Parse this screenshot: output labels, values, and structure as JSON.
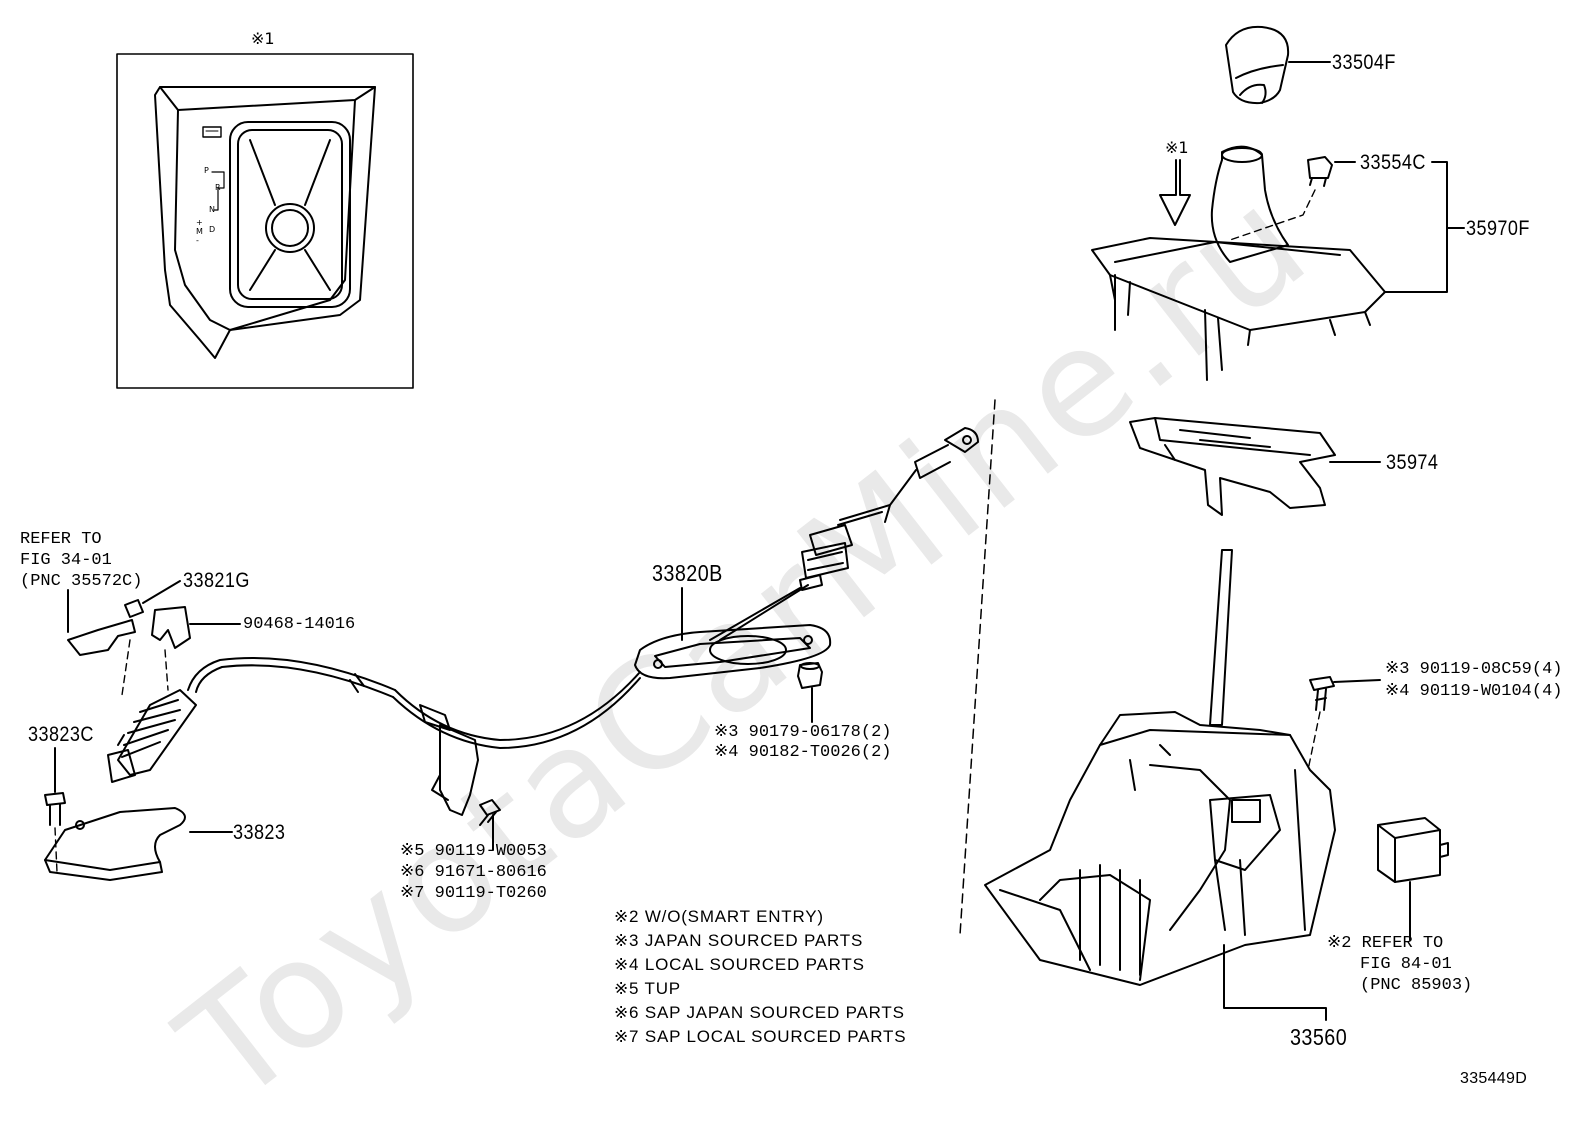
{
  "watermark": "ToyotaCarMine.ru",
  "inset": {
    "marker": "※1",
    "gear_labels": [
      "P",
      "R",
      "N",
      "D",
      "+",
      "M",
      "-"
    ]
  },
  "parts": {
    "p33504F": "33504F",
    "p33554C": "33554C",
    "p35970F": "35970F",
    "p35974": "35974",
    "p33560": "33560",
    "p33820B": "33820B",
    "p33821G": "33821G",
    "p90468": "90468-14016",
    "p33823C": "33823C",
    "p33823": "33823",
    "marker_arrow": "※1"
  },
  "bolt_3_4_right": [
    "※3 90119-08C59(4)",
    "※4 90119-W0104(4)"
  ],
  "nut_3_4": [
    "※3 90179-06178(2)",
    "※4 90182-T0026(2)"
  ],
  "bolt_5_6_7": [
    "※5 90119-W0053",
    "※6 91671-80616",
    "※7 90119-T0260"
  ],
  "refer_left": [
    "REFER TO",
    "FIG 34-01",
    "(PNC 35572C)"
  ],
  "refer_right": [
    "※2 REFER TO",
    "FIG 84-01",
    "(PNC 85903)"
  ],
  "notes": [
    "※2 W/O(SMART ENTRY)",
    "※3 JAPAN SOURCED PARTS",
    "※4 LOCAL SOURCED PARTS",
    "※5 TUP",
    "※6 SAP JAPAN SOURCED PARTS",
    "※7 SAP LOCAL SOURCED PARTS"
  ],
  "figure_id": "335449D",
  "colors": {
    "line": "#000000",
    "watermark": "#e9e9e9",
    "background": "#ffffff"
  }
}
